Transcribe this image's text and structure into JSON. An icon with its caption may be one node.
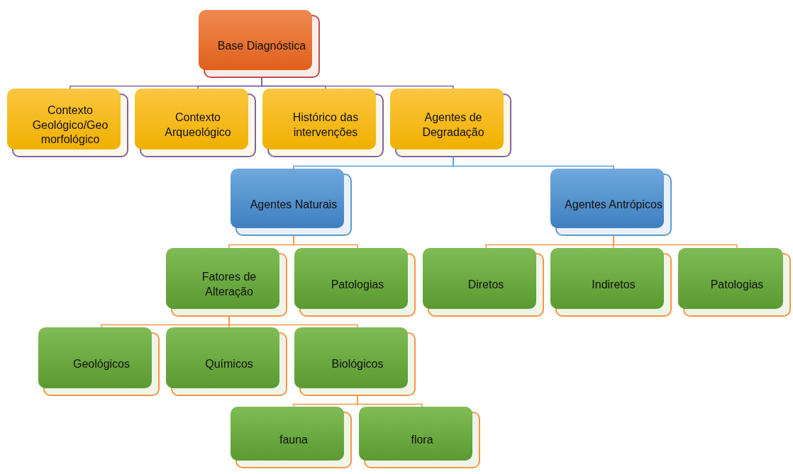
{
  "diagram": {
    "nodes": [
      {
        "text": [
          "Base Diagnóstica"
        ]
      },
      {
        "text": [
          "Contexto Geológico/Geo morfológico"
        ]
      },
      {
        "text": [
          "Contexto Arqueológico"
        ]
      },
      {
        "text": [
          "Histórico das intervenções"
        ]
      },
      {
        "text": [
          "Agentes de Degradação"
        ]
      },
      {
        "text": [
          "Agentes Naturais"
        ]
      },
      {
        "text": [
          "Agentes Antrópicos"
        ]
      },
      {
        "text": [
          "Fatores de Alteração"
        ]
      },
      {
        "text": [
          "Patologias"
        ]
      },
      {
        "text": [
          "Diretos"
        ]
      },
      {
        "text": [
          "Indiretos"
        ]
      },
      {
        "text": [
          "Patologias"
        ]
      },
      {
        "text": [
          "Geológicos"
        ]
      },
      {
        "text": [
          "Químicos"
        ]
      },
      {
        "text": [
          "Biológicos"
        ]
      },
      {
        "text": [
          "fauna"
        ]
      },
      {
        "text": [
          "flora"
        ]
      }
    ],
    "edges": [
      {
        "from": 0,
        "to": 1,
        "arrow": "none",
        "color": "#8064a2"
      },
      {
        "from": 0,
        "to": 2,
        "arrow": "none",
        "color": "#8064a2"
      },
      {
        "from": 0,
        "to": 3,
        "arrow": "none",
        "color": "#8064a2"
      },
      {
        "from": 0,
        "to": 4,
        "arrow": "none",
        "color": "#8064a2"
      },
      {
        "from": 4,
        "to": 5,
        "arrow": "none",
        "color": "#5b9bd5"
      },
      {
        "from": 4,
        "to": 6,
        "arrow": "none",
        "color": "#5b9bd5"
      },
      {
        "from": 5,
        "to": 7,
        "arrow": "none"
      },
      {
        "from": 5,
        "to": 8,
        "arrow": "none"
      },
      {
        "from": 6,
        "to": 9,
        "arrow": "none"
      },
      {
        "from": 6,
        "to": 10,
        "arrow": "none"
      },
      {
        "from": 6,
        "to": 11,
        "arrow": "none"
      },
      {
        "from": 7,
        "to": 12,
        "arrow": "none"
      },
      {
        "from": 7,
        "to": 13,
        "arrow": "none"
      },
      {
        "from": 7,
        "to": 14,
        "arrow": "none"
      },
      {
        "from": 14,
        "to": 15,
        "arrow": "none"
      },
      {
        "from": 14,
        "to": 16,
        "arrow": "none"
      }
    ]
  }
}
